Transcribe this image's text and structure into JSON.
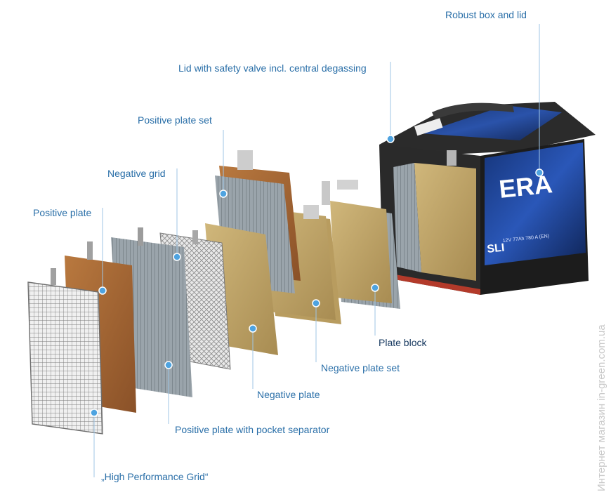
{
  "labels": {
    "robust_box": "Robust box and lid",
    "lid_valve": "Lid with safety valve incl. central degassing",
    "positive_plate_set": "Positive plate set",
    "negative_grid": "Negative grid",
    "positive_plate": "Positive plate",
    "plate_block": "Plate block",
    "negative_plate_set": "Negative plate set",
    "negative_plate": "Negative plate",
    "positive_plate_pocket": "Positive plate with pocket separator",
    "high_performance_grid": "„High Performance Grid“"
  },
  "battery": {
    "brand": "ERA",
    "model": "SLI",
    "spec_line": "12V 77Ah 780 A (EN)"
  },
  "watermark": "Интернет магазин  in-green.com.ua",
  "colors": {
    "label_blue": "#2a6fa8",
    "marker_blue": "#4ea3e0",
    "leader_line": "#9fc6e6",
    "battery_body": "#222222",
    "battery_label": "#1a3f8c",
    "brown_plate": "#a5693a",
    "tan_plate": "#c4a96c",
    "grey_plate": "#8f9aa2"
  }
}
